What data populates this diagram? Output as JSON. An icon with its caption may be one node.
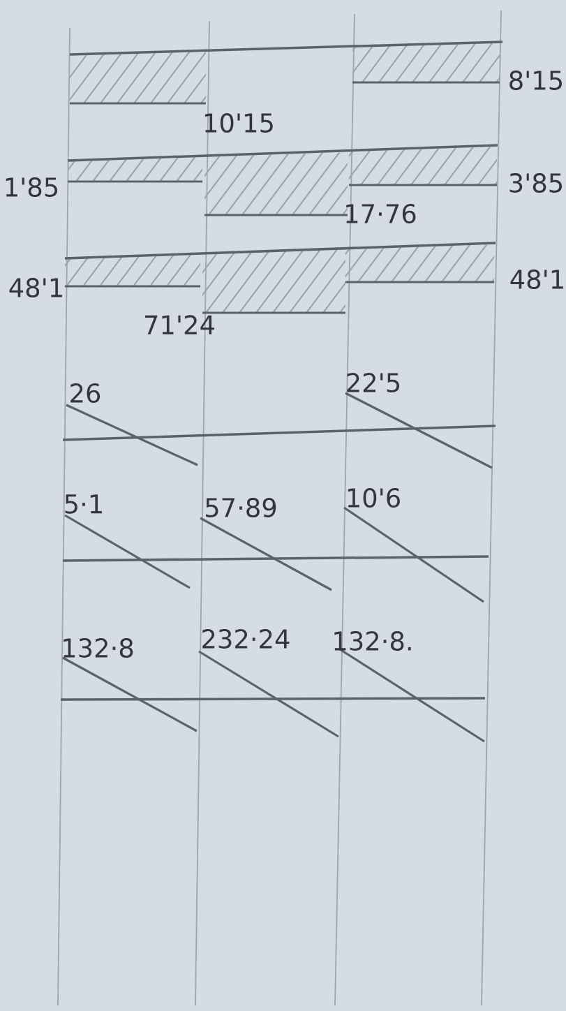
{
  "diagram": {
    "labels": [
      "8'15",
      "10'15",
      "1'85",
      "3'85",
      "17·76",
      "48'1",
      "48'1",
      "71'24",
      "26",
      "22'5",
      "5·1",
      "57·89",
      "10'6",
      "132·8",
      "232·24",
      "132·8."
    ]
  }
}
